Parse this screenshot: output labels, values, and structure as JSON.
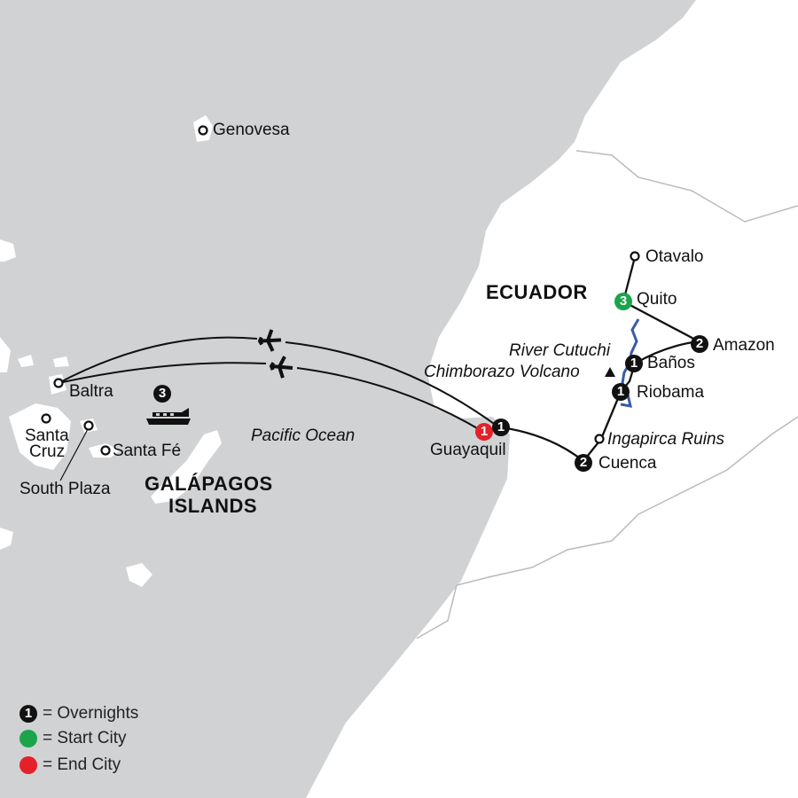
{
  "colors": {
    "ocean": "#d1d2d4",
    "land": "#ffffff",
    "overnight": "#111111",
    "start": "#1aa54b",
    "end": "#e5202a",
    "river": "#3a5aa8"
  },
  "regions": {
    "country": "ECUADOR",
    "islands_line1": "GALÁPAGOS",
    "islands_line2": "ISLANDS",
    "ocean": "Pacific Ocean"
  },
  "places": {
    "genovesa": "Genovesa",
    "otavalo": "Otavalo",
    "quito": "Quito",
    "amazon": "Amazon",
    "banos": "Baños",
    "riobamba": "Riobama",
    "river": "River Cutuchi",
    "volcano": "Chimborazo Volcano",
    "ingapirca": "Ingapirca Ruins",
    "cuenca": "Cuenca",
    "guayaquil": "Guayaquil",
    "baltra": "Baltra",
    "santa_cruz_1": "Santa",
    "santa_cruz_2": "Cruz",
    "south_plaza": "South Plaza",
    "santa_fe": "Santa Fé"
  },
  "overnights": {
    "quito": "3",
    "amazon": "2",
    "banos": "1",
    "riobamba": "1",
    "cuenca": "2",
    "guayaquil": "1",
    "guayaquil_end": "1",
    "cruise": "3"
  },
  "legend": [
    {
      "badge": "1",
      "label": "= Overnights"
    },
    {
      "badge": "",
      "label": "= Start City"
    },
    {
      "badge": "",
      "label": "= End City"
    }
  ]
}
